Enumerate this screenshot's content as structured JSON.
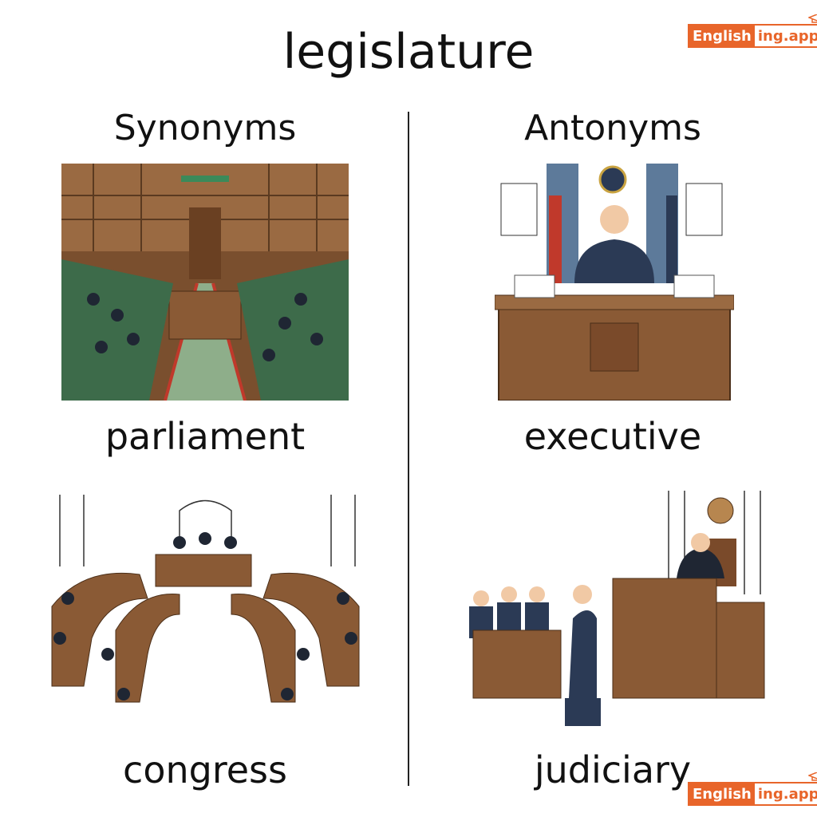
{
  "title": "legislature",
  "synonyms": {
    "heading": "Synonyms",
    "words": [
      "parliament",
      "congress"
    ]
  },
  "antonyms": {
    "heading": "Antonyms",
    "words": [
      "executive",
      "judiciary"
    ]
  },
  "logo": {
    "part1": "English",
    "part2": "ing.app"
  },
  "colors": {
    "brand": "#e8652a",
    "wood": "#8a5a35",
    "green": "#4f7f5a",
    "navy": "#2b3a55"
  }
}
